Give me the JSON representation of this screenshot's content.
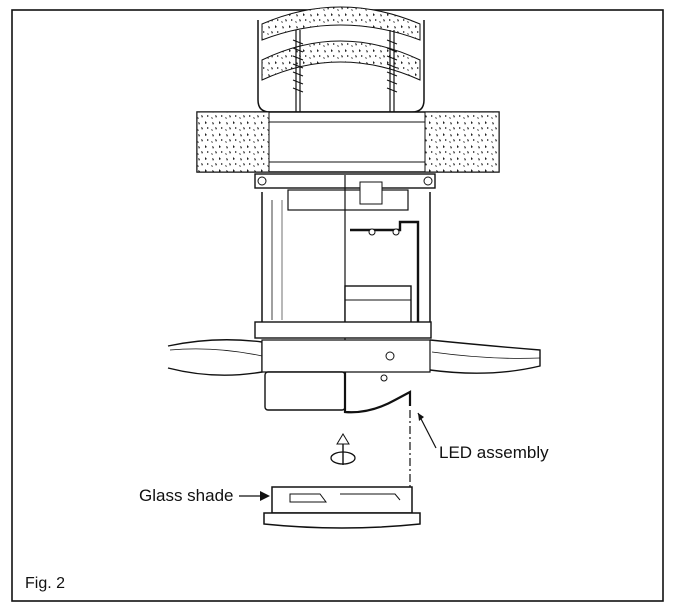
{
  "labels": {
    "led_assembly": "LED assembly",
    "glass_shade": "Glass shade",
    "figure": "Fig. 2"
  },
  "colors": {
    "line": "#111111",
    "speckle": "#222222",
    "background": "#ffffff"
  }
}
